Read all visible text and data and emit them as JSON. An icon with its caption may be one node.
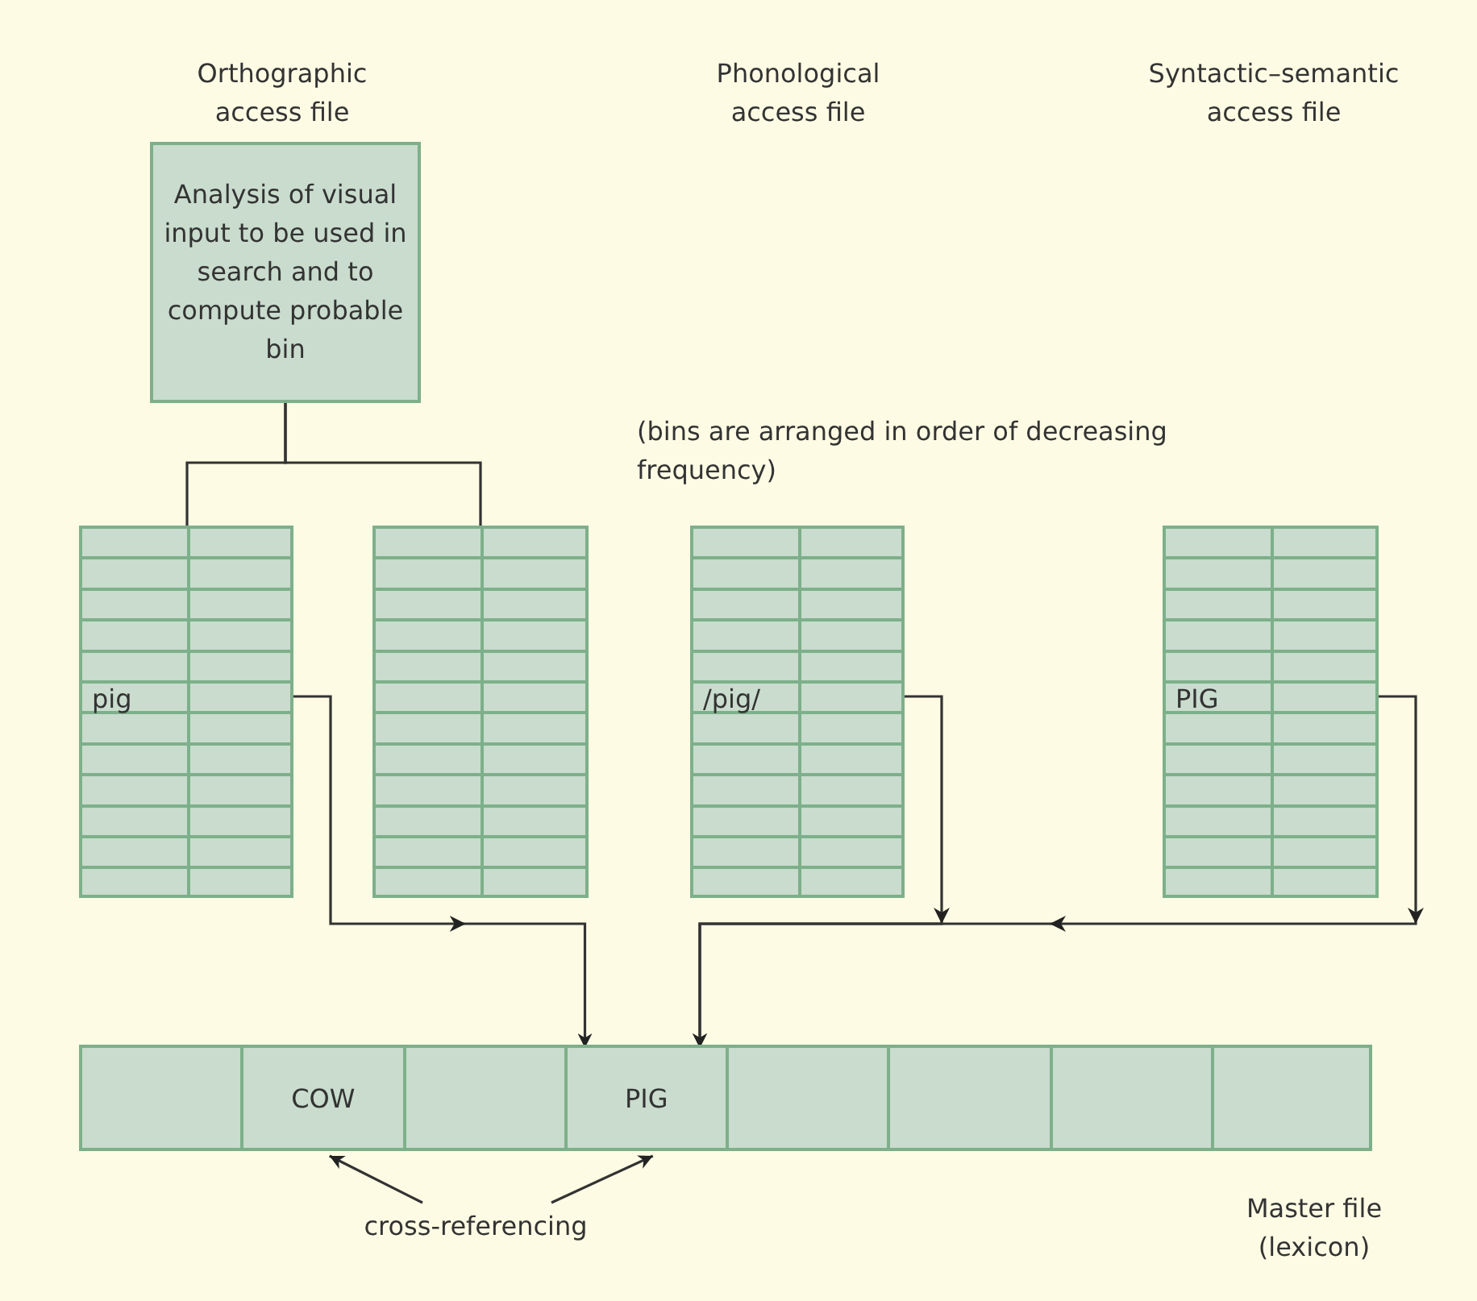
{
  "diagram": {
    "nodes": [
      {
        "text": [
          "Analysis of visual input to be used in search and to compute probable bin"
        ]
      },
      {
        "text": [
          "pig"
        ]
      },
      {
        "text": [],
        "shape": "box"
      },
      {
        "text": [
          "/pig/"
        ]
      },
      {
        "text": [
          "PIG"
        ]
      },
      {
        "text": [],
        "shape": "box",
        "beside": [
          "Master file (lexicon)"
        ]
      },
      {
        "text": [],
        "shape": "box",
        "in": 5
      },
      {
        "text": [
          "COW"
        ],
        "in": 5
      },
      {
        "text": [],
        "shape": "box",
        "in": 5
      },
      {
        "text": [
          "PIG"
        ],
        "in": 5
      },
      {
        "text": [],
        "shape": "box",
        "in": 5
      },
      {
        "text": [],
        "shape": "box",
        "in": 5
      },
      {
        "text": [],
        "shape": "box",
        "in": 5
      },
      {
        "text": [],
        "shape": "box",
        "in": 5
      },
      {
        "text": [
          "cross-referencing"
        ]
      }
    ],
    "edges": [
      {
        "from": 0,
        "to": 1,
        "arrow": "none"
      },
      {
        "from": 0,
        "to": 2,
        "arrow": "none"
      },
      {
        "from": 1,
        "to": 9,
        "arrow": "to"
      },
      {
        "from": 3,
        "to": 9,
        "arrow": "to"
      },
      {
        "from": 4,
        "to": 9,
        "arrow": "to"
      },
      {
        "from": 14,
        "to": 7,
        "arrow": "to"
      },
      {
        "from": 14,
        "to": 9,
        "arrow": "to"
      }
    ],
    "labels": [
      "Orthographic access file",
      "Phonological access file",
      "Syntactic–semantic access file",
      "(bins are arranged in order of decreasing frequency)"
    ]
  }
}
